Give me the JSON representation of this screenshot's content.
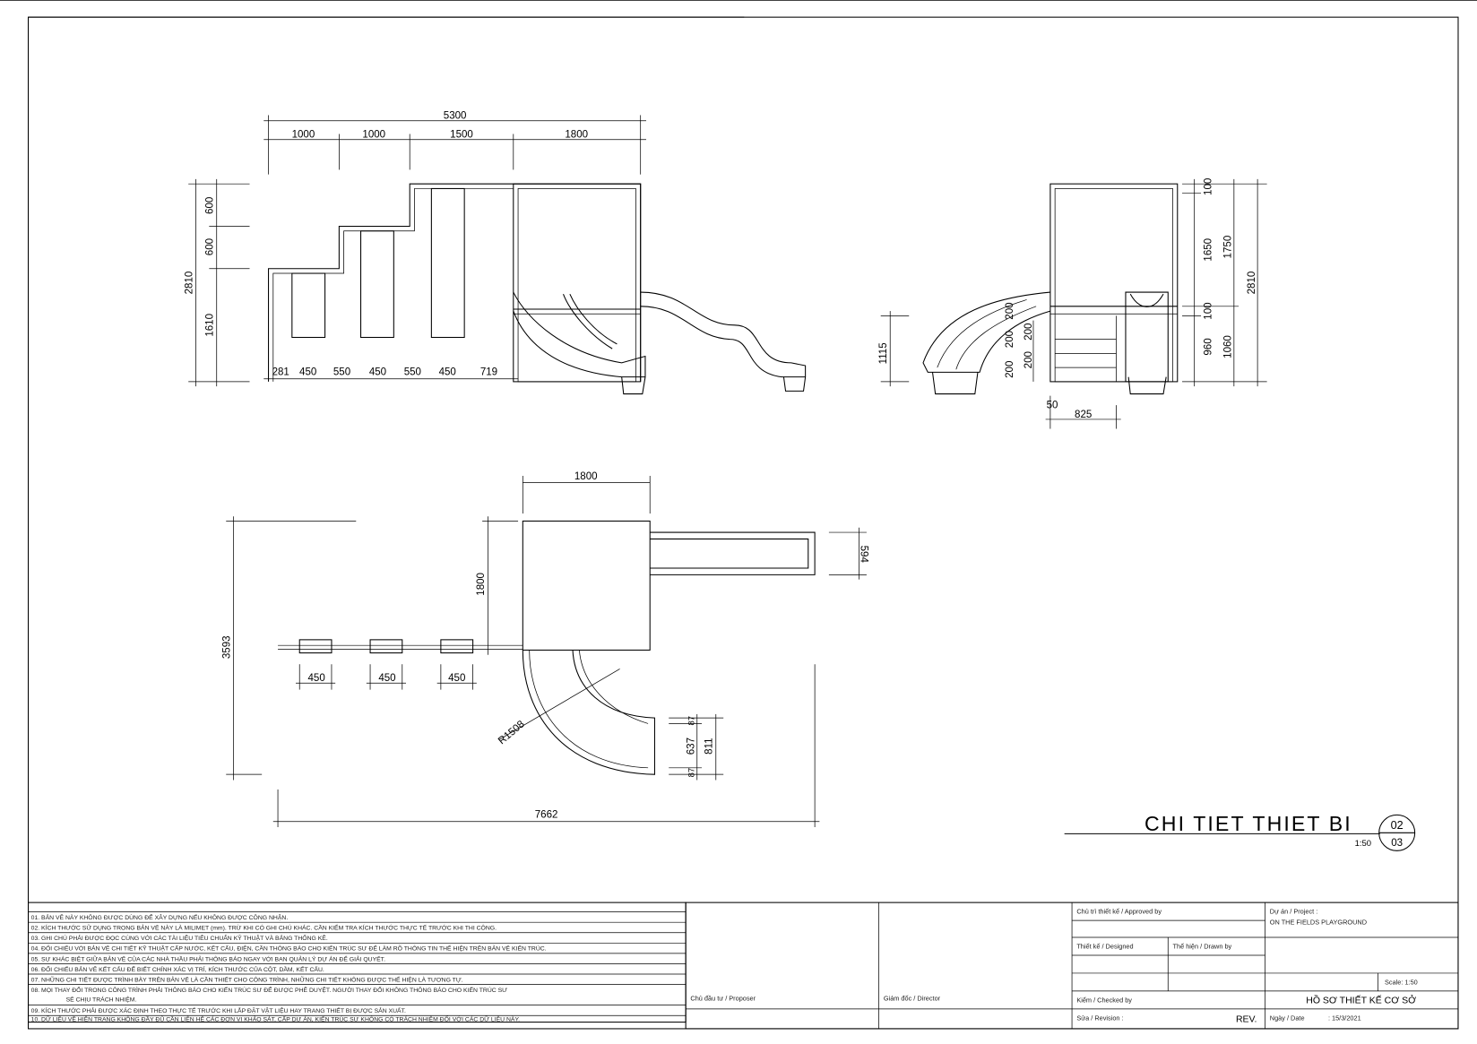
{
  "sheet_title": "CHI TIET THIET BI",
  "sheet_number": "02",
  "sheet_total": "03",
  "sheet_scale": "1:50",
  "front_view": {
    "overall_width": "5300",
    "segments_top": [
      "1000",
      "1000",
      "1500",
      "1800"
    ],
    "overall_height": "2810",
    "heights_left": [
      "600",
      "600",
      "1610"
    ],
    "segments_bottom": [
      "281",
      "450",
      "550",
      "450",
      "550",
      "450",
      "719"
    ]
  },
  "side_view": {
    "right_dims_a": [
      "100",
      "1650",
      "100",
      "960"
    ],
    "right_dims_b": [
      "1750",
      "1060"
    ],
    "overall_height": "2810",
    "left_height": "1115",
    "step_dims": [
      "200",
      "200",
      "200",
      "200",
      "200"
    ],
    "bottom_small": "50",
    "bottom_width": "825"
  },
  "plan_view": {
    "tower_width": "1800",
    "tower_depth": "1800",
    "slide_width": "594",
    "overall_depth": "3593",
    "overall_length": "7662",
    "step_widths": [
      "450",
      "450",
      "450"
    ],
    "radius": "R1508",
    "curve_dims": [
      "87",
      "637",
      "87",
      "811"
    ]
  },
  "notes": [
    "01. BẢN VẼ NÀY KHÔNG ĐƯỢC DÙNG ĐỂ XÂY DỰNG NẾU KHÔNG ĐƯỢC CÔNG NHẬN.",
    "02. KÍCH THƯỚC SỬ DỤNG TRONG BẢN VẼ NÀY LÀ MILIMET (mm). TRỪ KHI CÓ GHI CHÚ KHÁC. CẦN KIỂM TRA KÍCH THƯỚC THỰC TẾ TRƯỚC KHI THI CÔNG.",
    "03. GHI CHÚ PHẢI ĐƯỢC ĐỌC CÙNG VỚI CÁC TÀI LIỆU TIÊU CHUẨN KỸ THUẬT VÀ BẢNG THỐNG KÊ.",
    "04. ĐỐI CHIẾU VỚI BẢN VẼ CHI TIẾT KỸ THUẬT CẤP NƯỚC, KẾT CẤU, ĐIỆN, CẦN THÔNG BÁO CHO KIẾN TRÚC SƯ ĐỂ LÀM RÕ THÔNG TIN THỂ HIỆN TRÊN BẢN VẼ KIẾN TRÚC.",
    "05. SỰ KHÁC BIỆT GIỮA BẢN VẼ CỦA CÁC NHÀ THẦU PHẢI THÔNG BÁO NGAY VỚI BAN QUẢN LÝ DỰ ÁN ĐỂ GIẢI QUYẾT.",
    "06. ĐỐI CHIẾU BẢN VẼ KẾT CẤU ĐỂ BIẾT CHÍNH XÁC VỊ TRÍ, KÍCH THƯỚC CỦA CỘT, DẦM, KẾT CẤU.",
    "07. NHỮNG CHI TIẾT ĐƯỢC TRÌNH BÀY TRÊN BẢN VẼ LÀ CẦN THIẾT CHO CÔNG TRÌNH, NHỮNG CHI TIẾT KHÔNG ĐƯỢC THỂ HIỆN LÀ TƯƠNG TỰ.",
    "08. MỌI THAY ĐỔI TRONG CÔNG TRÌNH PHẢI THÔNG BÁO CHO KIẾN TRÚC SƯ ĐỂ ĐƯỢC PHÊ DUYỆT. NGƯỜI THAY ĐỔI KHÔNG THÔNG BÁO CHO KIẾN TRÚC SƯ",
    "SẼ CHỊU TRÁCH NHIỆM.",
    "09. KÍCH THƯỚC PHẢI ĐƯỢC XÁC ĐỊNH THEO THỰC TẾ TRƯỚC KHI LẮP ĐẶT VẬT LIỆU HAY TRANG THIẾT BỊ ĐƯỢC SẢN XUẤT.",
    "10. DỮ LIỆU VỀ HIỆN TRẠNG KHÔNG ĐẦY ĐỦ CẦN LIÊN HỆ CÁC ĐƠN VỊ KHẢO SÁT, CẤP DỰ ÁN, KIẾN TRÚC SƯ KHÔNG CÓ TRÁCH NHIỆM ĐỐI VỚI CÁC DỮ LIỆU NÀY."
  ],
  "title_block": {
    "owner": "Chủ đầu tư / Proposer",
    "director": "Giám đốc / Director",
    "approved": "Chủ trì thiết kế / Approved by",
    "designed": "Thiết kế / Designed",
    "drawn": "Thể hiện / Drawn by",
    "checked": "Kiểm / Checked by",
    "revision": "Sửa / Revision      :",
    "rev": "REV.",
    "project_label": "Dự án / Project       :",
    "project_name": "ON THE FIELDS PLAYGROUND",
    "scale": "Scale: 1:50",
    "doc_type": "HỒ SƠ THIẾT KẾ CƠ SỞ",
    "date_label": "Ngày / Date",
    "date_value": ":  15/3/2021"
  }
}
